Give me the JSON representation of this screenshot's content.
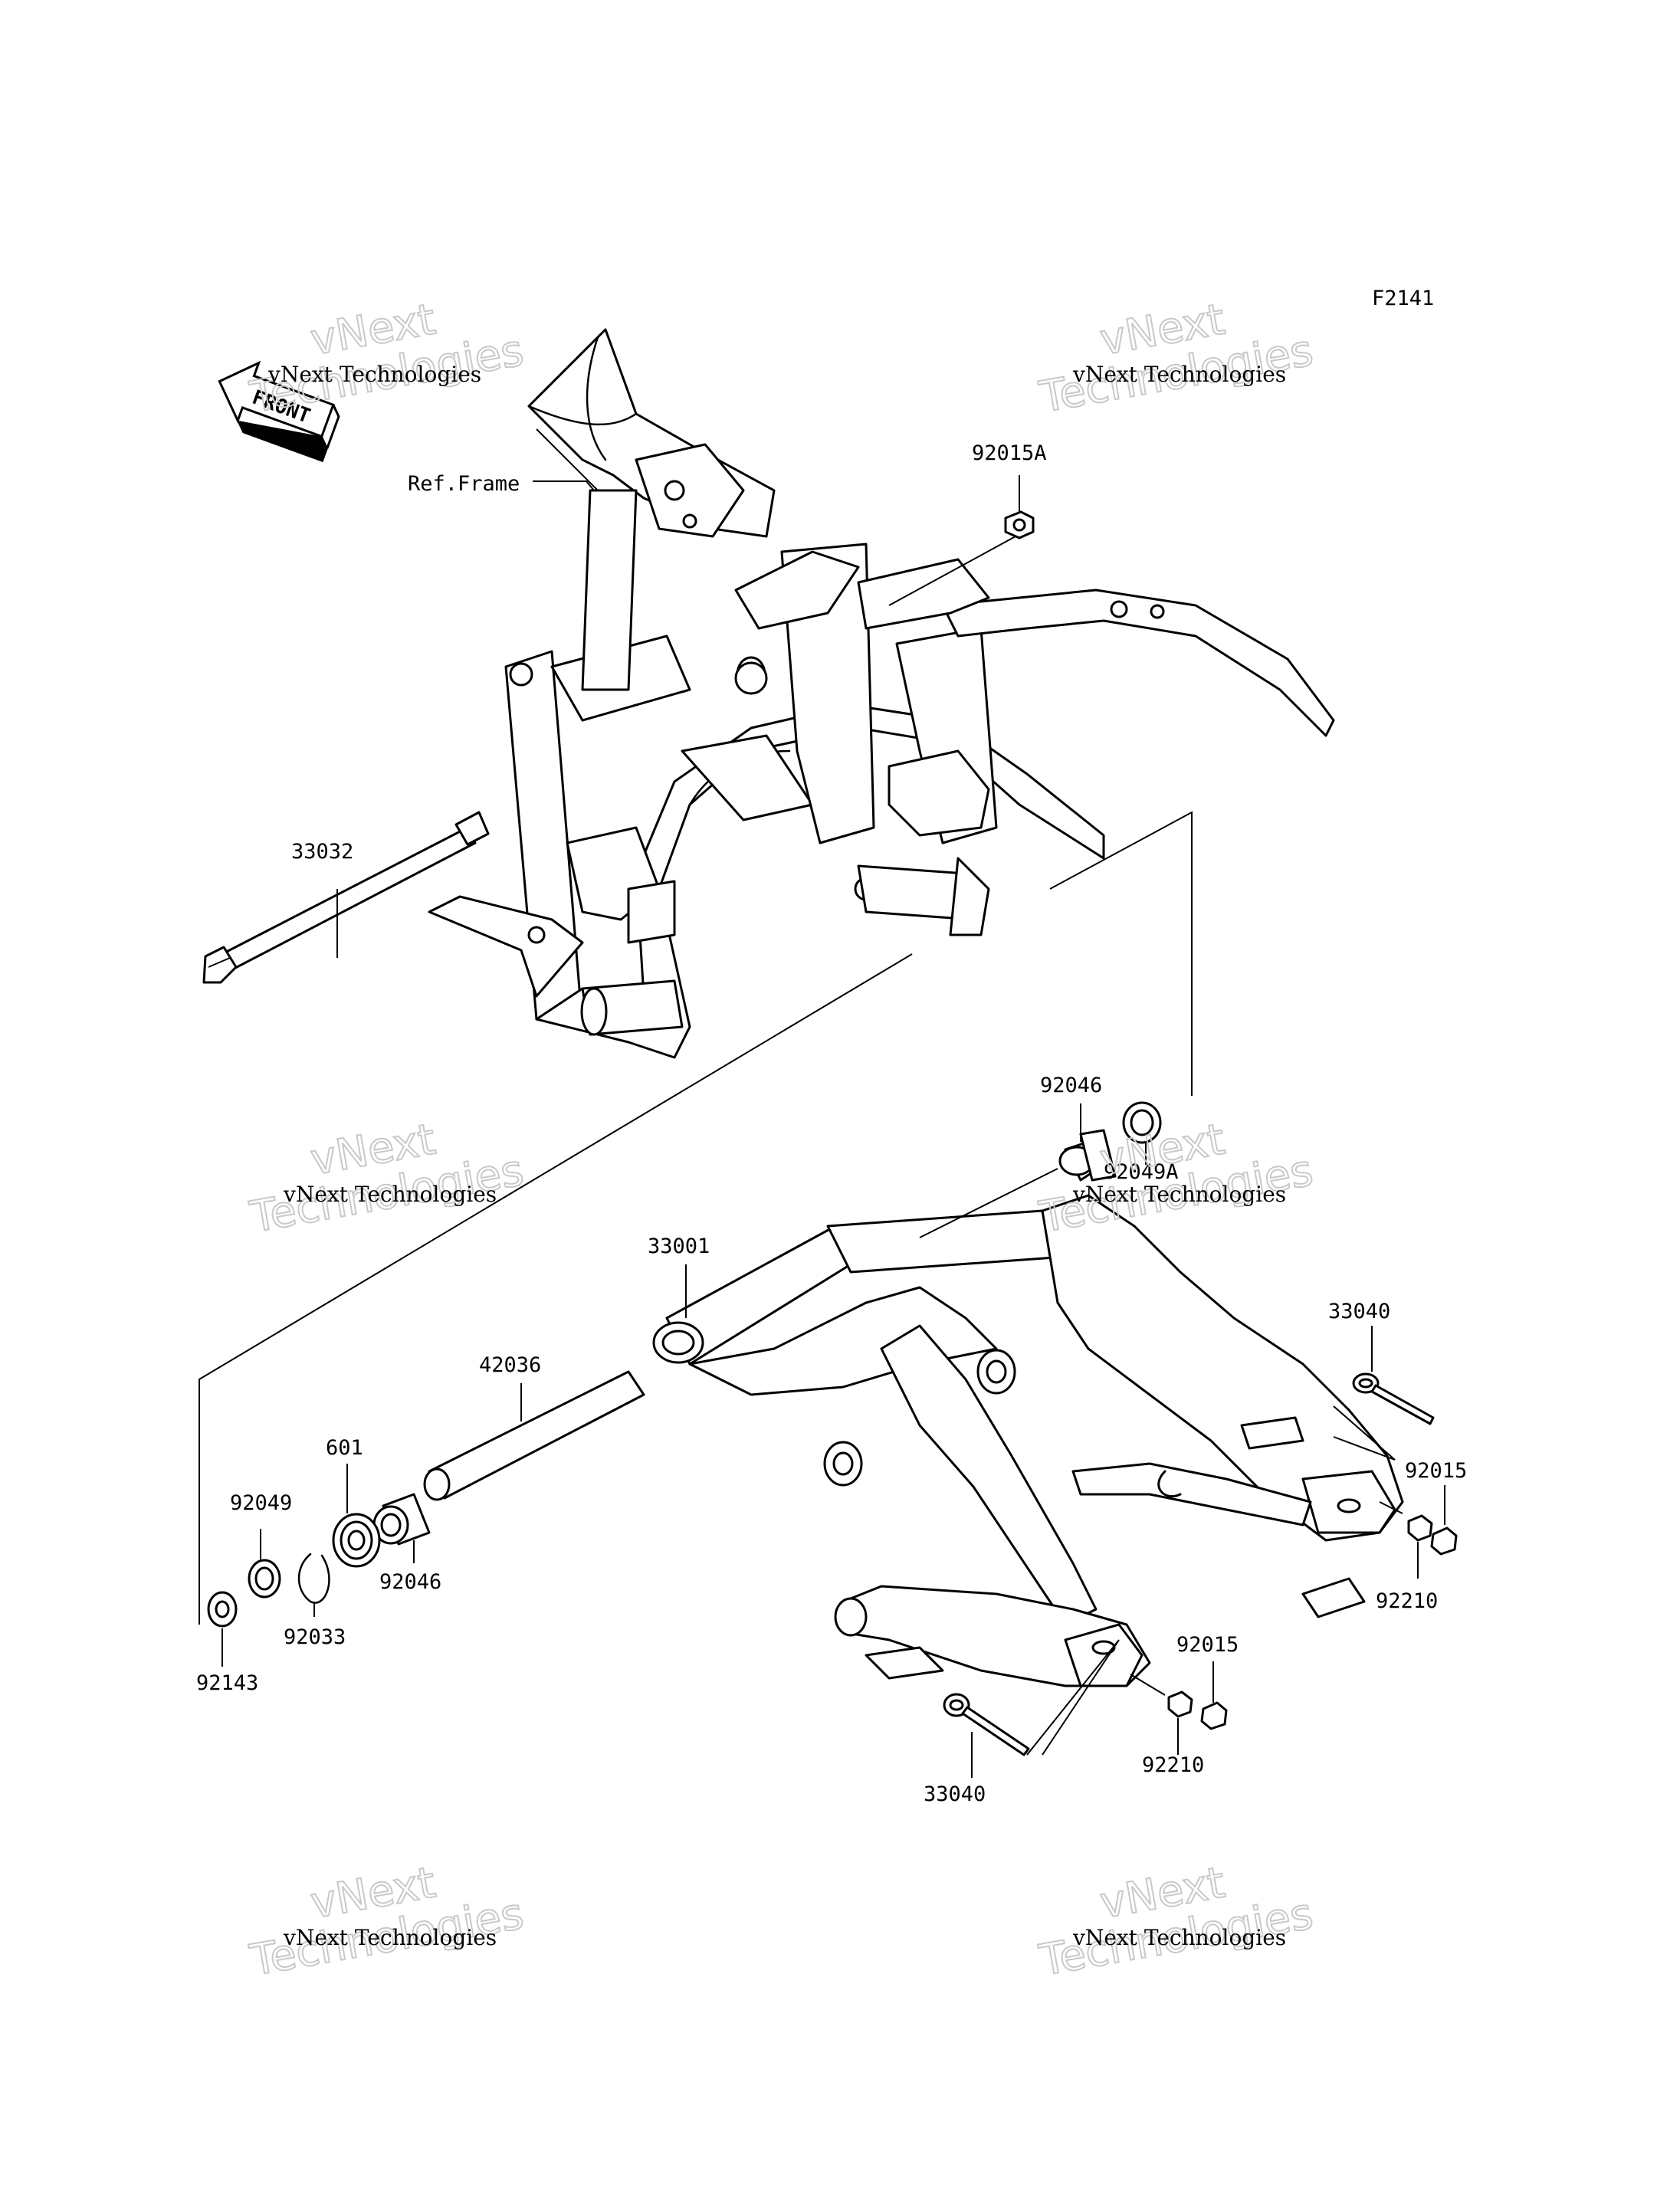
{
  "diagram": {
    "figure_code": "F2141",
    "front_label": "FRONT",
    "watermarks": [
      {
        "line1": "vNext Technologies",
        "line2": "vNext",
        "line3": "Technologies"
      },
      {
        "line1": "vNext Technologies",
        "line2": "vNext",
        "line3": "Technologies"
      },
      {
        "line1": "vNext Technologies",
        "line2": "vNext",
        "line3": "Technologies"
      },
      {
        "line1": "vNext Technologies",
        "line2": "vNext",
        "line3": "Technologies"
      },
      {
        "line1": "vNext Technologies",
        "line2": "vNext",
        "line3": "Technologies"
      },
      {
        "line1": "vNext Technologies",
        "line2": "vNext",
        "line3": "Technologies"
      }
    ],
    "labels": {
      "ref_frame": "Ref.Frame",
      "p92015A": "92015A",
      "p33032": "33032",
      "p92046_top": "92046",
      "p92049A": "92049A",
      "p33001": "33001",
      "p33040_right": "33040",
      "p42036": "42036",
      "p92015_right": "92015",
      "p601": "601",
      "p92049": "92049",
      "p92210_right": "92210",
      "p92046_bottom": "92046",
      "p92033": "92033",
      "p92143": "92143",
      "p92015_bottom": "92015",
      "p92210_bottom": "92210",
      "p33040_bottom": "33040"
    }
  }
}
